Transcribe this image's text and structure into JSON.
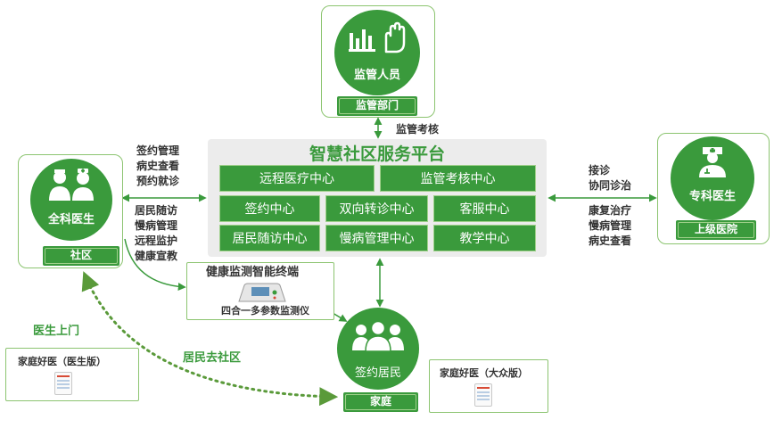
{
  "supervision": {
    "circle_label": "监管人员",
    "tag": "监管部门",
    "link_label": "监管考核"
  },
  "platform": {
    "title": "智慧社区服务平台",
    "cells": [
      "远程医疗中心",
      "监管考核中心",
      "签约中心",
      "双向转诊中心",
      "客服中心",
      "居民随访中心",
      "慢病管理中心",
      "教学中心"
    ]
  },
  "community": {
    "circle_label": "全科医生",
    "tag": "社区",
    "services_top": [
      "签约管理",
      "病史查看",
      "预约就诊"
    ],
    "services_bottom": [
      "居民随访",
      "慢病管理",
      "远程监护",
      "健康宣教"
    ]
  },
  "hospital": {
    "circle_label": "专科医生",
    "tag": "上级医院",
    "services_top": [
      "接诊",
      "协同诊治"
    ],
    "services_bottom": [
      "康复治疗",
      "慢病管理",
      "病史查看"
    ]
  },
  "terminal": {
    "title": "健康监测智能终端",
    "device_label": "四合一多参数监测仪"
  },
  "family": {
    "circle_label": "签约居民",
    "tag": "家庭"
  },
  "doctor_visit": "医生上门",
  "resident_visit": "居民去社区",
  "app_doctor": "家庭好医（医生版）",
  "app_public": "家庭好医（大众版）"
}
